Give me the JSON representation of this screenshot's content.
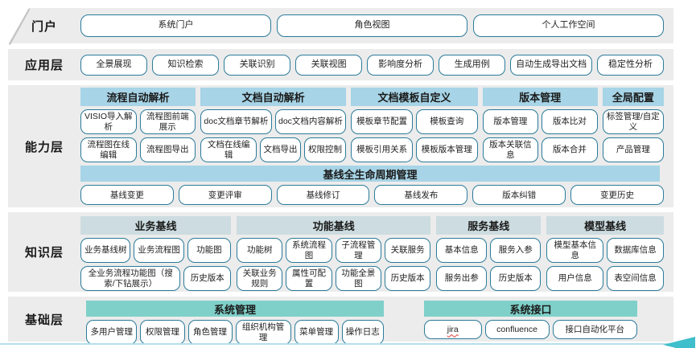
{
  "colors": {
    "band_background": "#ececec",
    "header_blue": "#a7d4e6",
    "header_pale_blue": "#cddce0",
    "header_teal": "#7fd0c9",
    "box_border": "#2b7b9a",
    "spellcheck_red": "#e03c31",
    "bottom_line": "#b5dfe9",
    "arrow_teal": "#3fbecb"
  },
  "layers": {
    "portal": {
      "label": "门户",
      "buttons": [
        "系统门户",
        "角色视图",
        "个人工作空间"
      ]
    },
    "application": {
      "label": "应用层",
      "buttons": [
        "全景展现",
        "知识检索",
        "关联识别",
        "关联视图",
        "影响度分析",
        "生成用例",
        "自动生成导出文档",
        "稳定性分析"
      ]
    },
    "capability": {
      "label": "能力层",
      "groups": [
        {
          "header": "流程自动解析",
          "rows": [
            [
              "VISIO导入解析",
              "流程图前端展示"
            ],
            [
              "流程图在线编辑",
              "流程图导出"
            ]
          ]
        },
        {
          "header": "文档自动解析",
          "rows": [
            [
              "doc文档章节解析",
              "doc文档内容解析"
            ],
            [
              "文档在线编辑",
              "文档导出",
              "权限控制"
            ]
          ]
        },
        {
          "header": "文档模板自定义",
          "rows": [
            [
              "模板章节配置",
              "模板查询"
            ],
            [
              "模板引用关系",
              "模板版本管理"
            ]
          ]
        },
        {
          "header": "版本管理",
          "rows": [
            [
              "版本管理",
              "版本比对"
            ],
            [
              "版本关联信息",
              "版本合并"
            ]
          ]
        },
        {
          "header": "全局配置",
          "rows": [
            [
              "标签管理/自定义"
            ],
            [
              "产品管理"
            ]
          ]
        }
      ],
      "baseline": {
        "header": "基线全生命周期管理",
        "buttons": [
          "基线变更",
          "变更评审",
          "基线修订",
          "基线发布",
          "版本纠错",
          "变更历史"
        ]
      }
    },
    "knowledge": {
      "label": "知识层",
      "groups": [
        {
          "header": "业务基线",
          "rows": [
            [
              "业务基线树",
              "业务流程图",
              "功能图"
            ],
            [
              "全业务流程功能图（搜索/下钻展示）",
              "历史版本"
            ]
          ]
        },
        {
          "header": "功能基线",
          "rows": [
            [
              "功能树",
              "系统流程图",
              "子流程管理",
              "关联服务"
            ],
            [
              "关联业务规则",
              "属性可配置",
              "功能全景图",
              "历史版本"
            ]
          ]
        },
        {
          "header": "服务基线",
          "rows": [
            [
              "基本信息",
              "服务入参"
            ],
            [
              "服务出参",
              "历史版本"
            ]
          ]
        },
        {
          "header": "模型基线",
          "rows": [
            [
              "模型基本信息",
              "数据库信息"
            ],
            [
              "用户信息",
              "表空间信息"
            ]
          ]
        }
      ]
    },
    "foundation": {
      "label": "基础层",
      "groups": [
        {
          "header": "系统管理",
          "rows": [
            [
              "多用户管理",
              "权限管理",
              "角色管理",
              "组织机构管理",
              "菜单管理",
              "操作日志"
            ]
          ]
        },
        {
          "header": "系统接口",
          "rows": [
            [
              "jira",
              "confluence",
              "接口自动化平台"
            ]
          ]
        }
      ]
    }
  }
}
